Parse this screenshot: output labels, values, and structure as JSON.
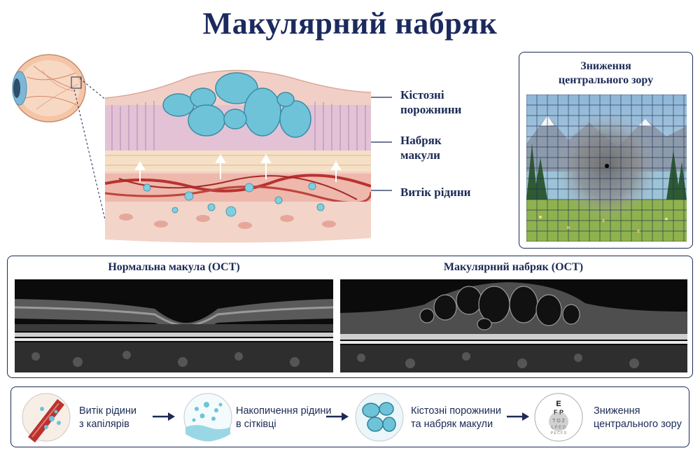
{
  "title": "Макулярний набряк",
  "labels": {
    "cysts": [
      "Кістозні",
      "порожнини"
    ],
    "edema": [
      "Набряк",
      "макули"
    ],
    "leak": "Витік рідини"
  },
  "vision": {
    "title": [
      "Зниження",
      "центрального зору"
    ]
  },
  "oct": {
    "normal_caption": "Нормальна макула (OCT)",
    "edema_caption": "Макулярний набряк (OCT)"
  },
  "steps": [
    {
      "lines": [
        "Витік рідини",
        "з капілярів"
      ]
    },
    {
      "lines": [
        "Накопичення рідини",
        "в сітківці"
      ]
    },
    {
      "lines": [
        "Кістозні порожнини",
        "та набряк макули"
      ]
    },
    {
      "lines": [
        "Зниження",
        "центрального зору"
      ]
    }
  ],
  "eye_chart": [
    "E",
    "F P",
    "T O Z",
    "L P E D",
    "P E C F D"
  ],
  "colors": {
    "navy": "#1b2a56",
    "cyst_blue": "#6fc3d8",
    "retina_pink": "#f2cfc6",
    "vessel_red": "#b9322f"
  },
  "icons": [
    "eye-icon",
    "capillary-leak-icon",
    "fluid-accumulation-icon",
    "cyst-cavities-icon",
    "eye-chart-icon",
    "arrow-right-icon"
  ]
}
